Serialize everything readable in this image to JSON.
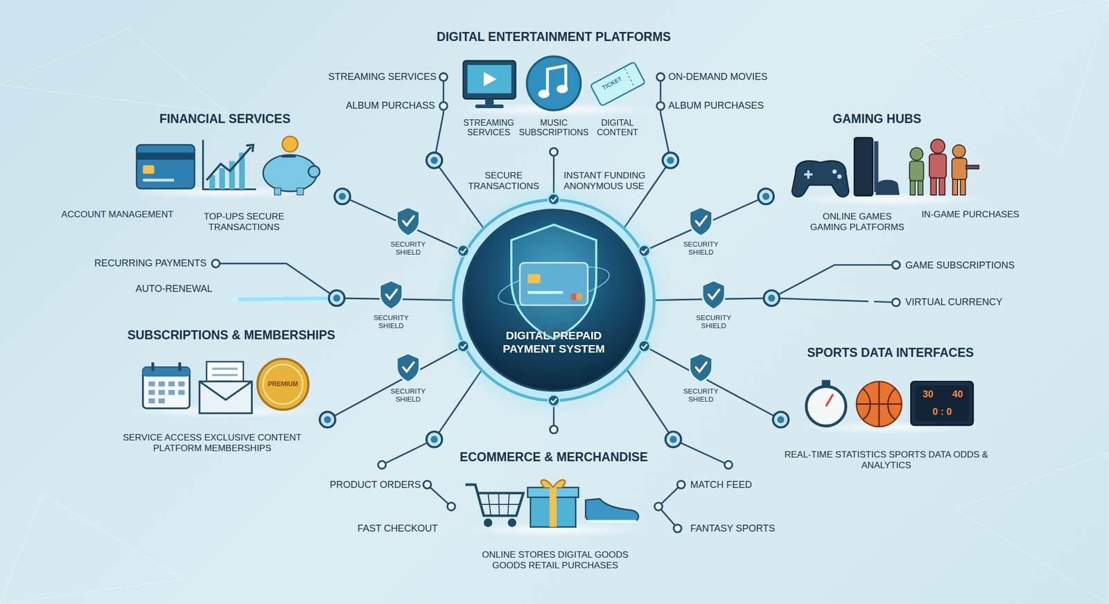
{
  "diagram": {
    "nodes": [
      {
        "text": [
          "DIGITAL PREPAID PAYMENT SYSTEM"
        ]
      }
    ],
    "labels": [
      "DIGITAL ENTERTAINMENT PLATFORMS",
      "STREAMING SERVICES",
      "ALBUM PURCHASS",
      "STREAMING SERVICES",
      "MUSIC SUBSCRIPTIONS",
      "DIGITAL CONTENT",
      "ON-DEMAND MOVIES",
      "ALBUM PURCHASES",
      "SECURE TRANSACTIONS",
      "INSTANT FUNDING ANONYMOUS USE",
      "FINANCIAL SERVICES",
      "ACCOUNT MANAGEMENT",
      "TOP-UPS SECURE TRANSACTIONS",
      "RECURRING PAYMENTS",
      "AUTO-RENEWAL",
      "SUBSCRIPTIONS & MEMBERSHIPS",
      "SERVICE ACCESS EXCLUSIVE CONTENT PLATFORM MEMBERSHIPS",
      "GAMING HUBS",
      "ONLINE GAMES GAMING PLATFORMS",
      "IN-GAME PURCHASES",
      "GAME SUBSCRIPTIONS",
      "VIRTUAL CURRENCY",
      "SPORTS DATA INTERFACES",
      "REAL-TIME STATISTICS SPORTS DATA ODDS & ANALYTICS",
      "ECOMMERCE & MERCHANDISE",
      "PRODUCT ORDERS",
      "FAST CHECKOUT",
      "MATCH FEED",
      "FANTASY SPORTS",
      "ONLINE STORES DIGITAL GOODS GOODS RETAIL PURCHASES",
      "SECURITY SHIELD",
      "SECURITY SHIELD",
      "SECURITY SHIELD",
      "SECURITY SHIELD",
      "SECURITY SHIELD",
      "SECURITY SHIELD",
      "TICKET",
      "PREMIUM",
      "30",
      "40",
      "0 : 0"
    ]
  }
}
